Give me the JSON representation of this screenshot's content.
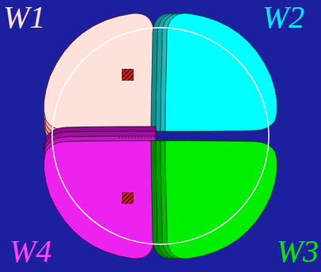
{
  "diagram": {
    "labels": [
      "W1",
      "W2",
      "W4",
      "W3"
    ]
  }
}
